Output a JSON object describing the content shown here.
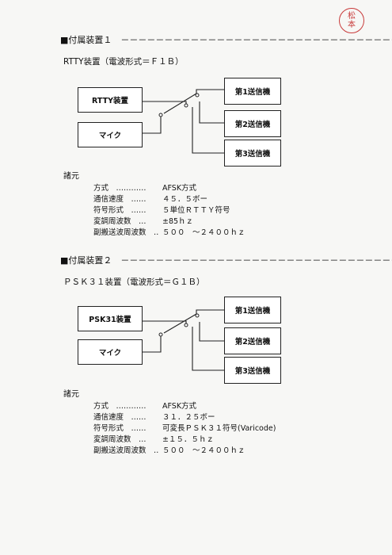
{
  "seal": {
    "line1": "松",
    "line2": "本"
  },
  "sections": [
    {
      "heading": "■付属装置１　－－－－－－－－－－－－－－－－－－－－－－－－－－－－－－－－－",
      "subtitle": "RTTY装置（電波形式＝Ｆ１Ｂ）",
      "device_label": "RTTY装置",
      "mic_label": "マイク",
      "tx": [
        "第1送信機",
        "第2送信機",
        "第3送信機"
      ],
      "specs_title": "諸元",
      "specs": [
        {
          "k": "方式　…………",
          "v": "AFSK方式"
        },
        {
          "k": "通信速度　……",
          "v": "４５．５ボー"
        },
        {
          "k": "符号形式　……",
          "v": "５単位ＲＴＴＹ符号"
        },
        {
          "k": "変調周波数　…",
          "v": "±85ｈｚ"
        },
        {
          "k": "副搬送波周波数　‥",
          "v": "５００　～２４００ｈｚ"
        }
      ]
    },
    {
      "heading": "■付属装置２　－－－－－－－－－－－－－－－－－－－－－－－－－－－－－－－－－",
      "subtitle": "ＰＳＫ３１装置（電波形式＝Ｇ１Ｂ）",
      "device_label": "PSK31装置",
      "mic_label": "マイク",
      "tx": [
        "第1送信機",
        "第2送信機",
        "第3送信機"
      ],
      "specs_title": "諸元",
      "specs": [
        {
          "k": "方式　…………",
          "v": "AFSK方式"
        },
        {
          "k": "通信速度　……",
          "v": "３１．２５ボー"
        },
        {
          "k": "符号形式　……",
          "v": "可変長ＰＳＫ３１符号(Varicode)"
        },
        {
          "k": "変調周波数　…",
          "v": "±１５．５ｈｚ"
        },
        {
          "k": "副搬送波周波数　‥",
          "v": "５００　～２４００ｈｚ"
        }
      ]
    }
  ]
}
